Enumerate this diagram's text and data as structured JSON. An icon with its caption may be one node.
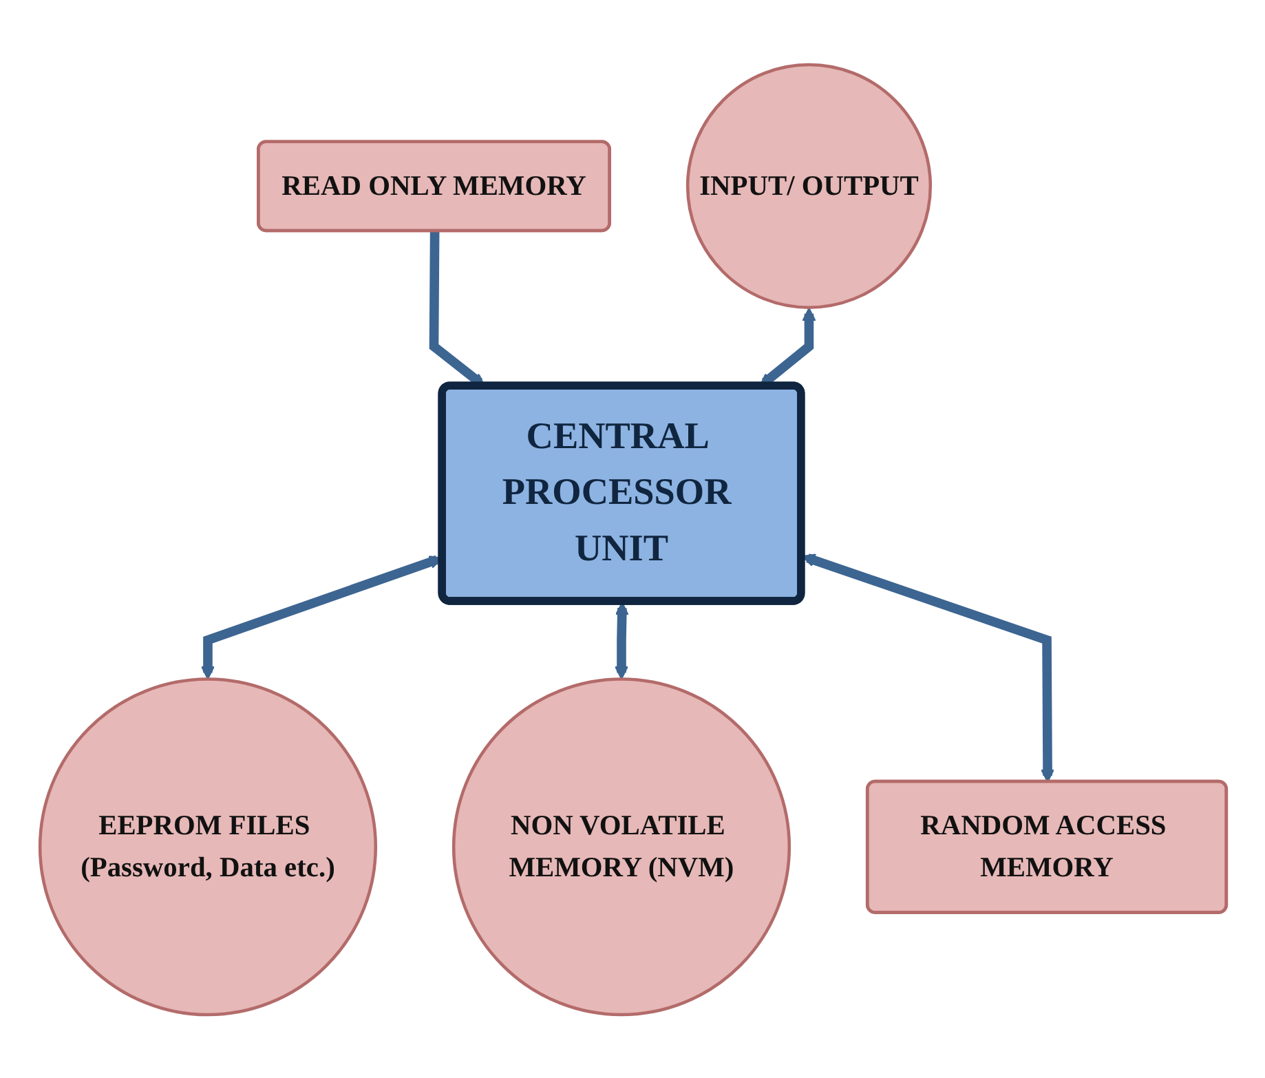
{
  "diagram": {
    "nodes": [
      {
        "text": [
          "READ ONLY MEMORY"
        ]
      },
      {
        "text": [
          "CENTRAL PROCESSOR UNIT"
        ]
      },
      {
        "text": [
          "EEPROM FILES (Password, Data etc.)"
        ]
      },
      {
        "text": [
          "INPUT/ OUTPUT"
        ]
      },
      {
        "text": [
          "NON VOLATILE MEMORY (NVM)"
        ]
      },
      {
        "text": [
          "RANDOM ACCESS MEMORY"
        ]
      }
    ],
    "edges": [
      {
        "from": 0,
        "to": 1,
        "arrow": "to"
      },
      {
        "from": 1,
        "to": 2,
        "arrow": "both"
      },
      {
        "from": 3,
        "to": 1,
        "arrow": "both"
      },
      {
        "from": 1,
        "to": 4,
        "arrow": "both"
      },
      {
        "from": 1,
        "to": 5,
        "arrow": "both"
      }
    ]
  }
}
